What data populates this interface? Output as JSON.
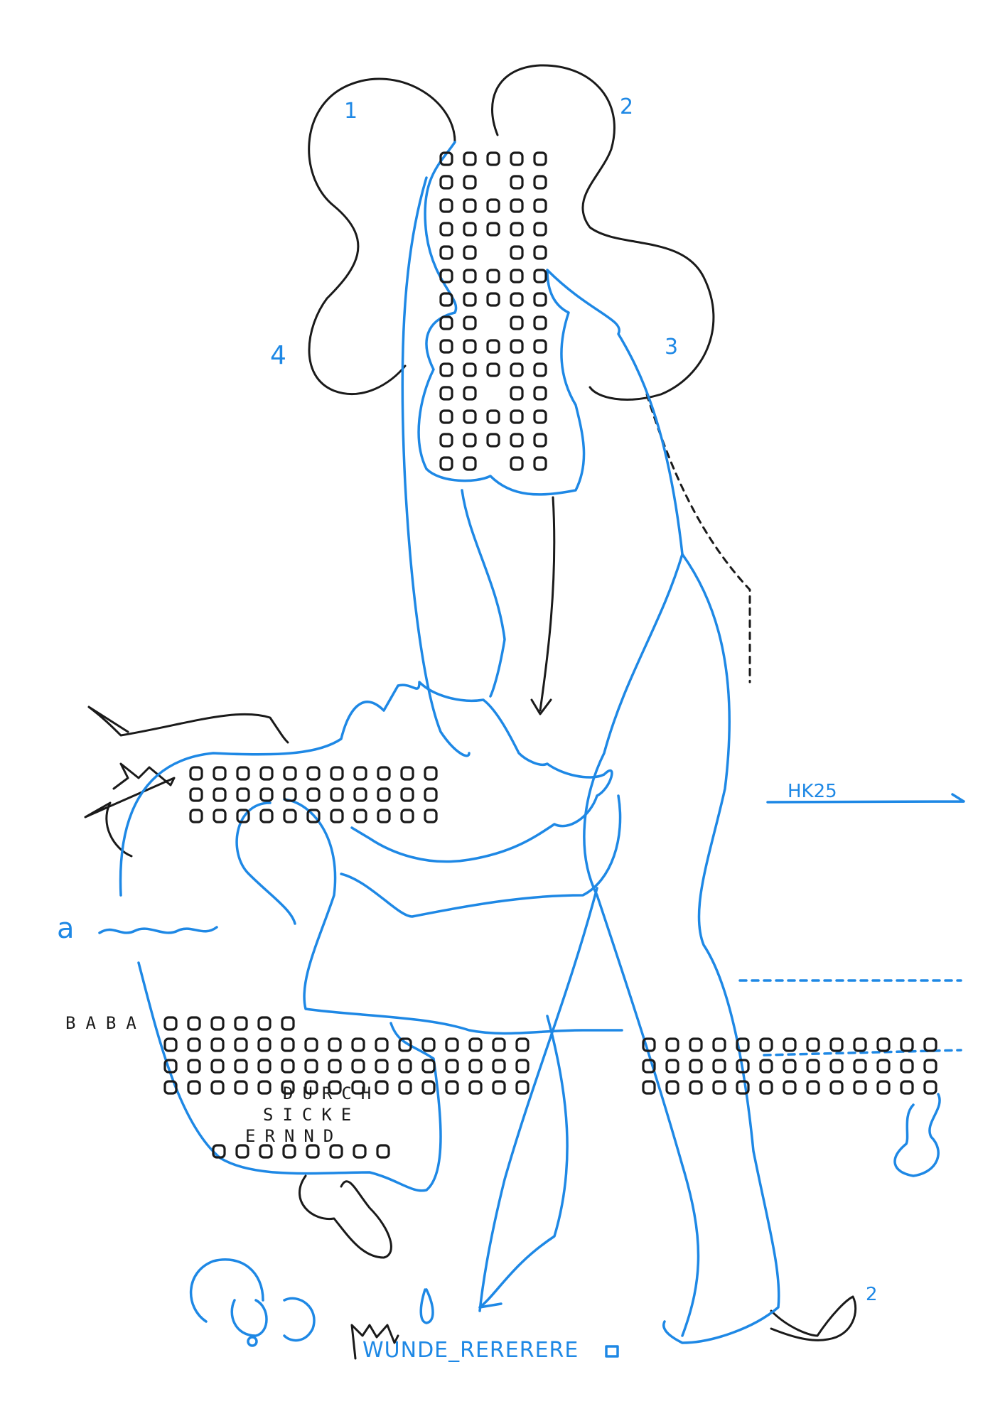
{
  "artwork": {
    "colors": {
      "ink_black": "#1a1a1a",
      "ink_blue": "#1e88e5",
      "paper": "#ffffff"
    },
    "petal_labels": [
      "1",
      "2",
      "3",
      "4"
    ],
    "arrow_label": "HK25",
    "left_letter": "a",
    "grid_prefix": "BABA",
    "grid_words": [
      "DURCH",
      "SICKE",
      "ERNND"
    ],
    "bottom_caption": "WUNDE_RERERERE",
    "foot_label": "2"
  }
}
